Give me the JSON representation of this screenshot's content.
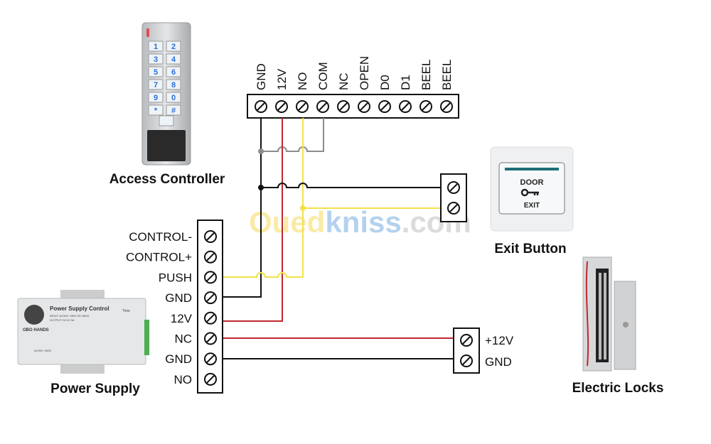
{
  "watermark": {
    "part1": "Oued",
    "part2": "kniss",
    "part3": ".com"
  },
  "access_controller": {
    "caption": "Access Controller",
    "keys": [
      "1",
      "2",
      "3",
      "4",
      "5",
      "6",
      "7",
      "8",
      "9",
      "0",
      "*",
      "#"
    ],
    "terminals": [
      "GND",
      "12V",
      "NO",
      "COM",
      "NC",
      "OPEN",
      "D0",
      "D1",
      "BEEL",
      "BEEL"
    ]
  },
  "power_supply": {
    "caption": "Power Supply",
    "device_title": "Power Supply Control",
    "device_brand": "OBO HANDS",
    "device_input": "INPUT: AC90V~260V 50~60HZ",
    "device_output": "OUTPUT: DC12 3A",
    "device_ac": "AC90V~260V",
    "device_time": "Time",
    "terminals": [
      "CONTROL-",
      "CONTROL+",
      "PUSH",
      "GND",
      "12V",
      "NC",
      "GND",
      "NO"
    ]
  },
  "exit_button": {
    "caption": "Exit Button",
    "line1": "DOOR",
    "line2": "EXIT"
  },
  "electric_lock": {
    "caption": "Electric Locks",
    "terminals": [
      "+12V",
      "GND"
    ]
  },
  "colors": {
    "ground_wire": "#111111",
    "power_wire": "#c0282d",
    "signal_wire": "#f2e24a",
    "com_wire": "#8c8c8c",
    "key_text": "#2d6fd6"
  }
}
